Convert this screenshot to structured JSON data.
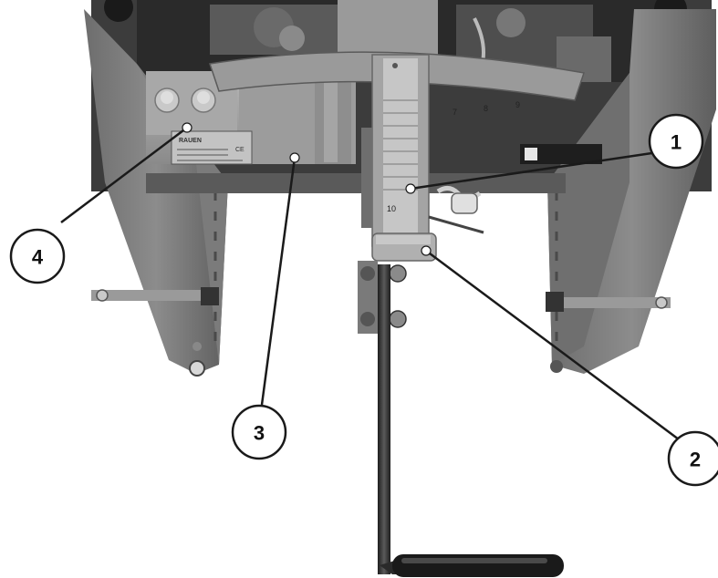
{
  "callouts": [
    {
      "number": "1"
    },
    {
      "number": "2"
    },
    {
      "number": "3"
    },
    {
      "number": "4"
    }
  ],
  "nameplate": {
    "brand": "RAUEN",
    "mark": "CE"
  },
  "scale": {
    "labels": [
      "7",
      "8",
      "9"
    ],
    "handle_mark": "10"
  },
  "icons": [
    "frame-photo",
    "crank-handle",
    "adjustment-scale"
  ]
}
